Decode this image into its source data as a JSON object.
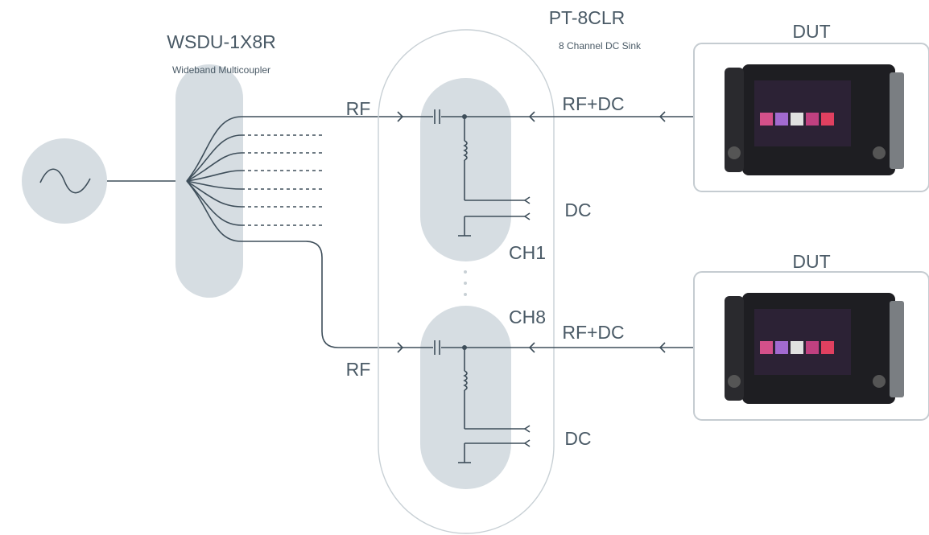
{
  "multicoupler": {
    "title": "WSDU-1X8R",
    "subtitle": "Wideband Multicoupler"
  },
  "sink": {
    "title": "PT-8CLR",
    "subtitle": "8 Channel DC Sink"
  },
  "labels": {
    "rf_top": "RF",
    "rf_bottom": "RF",
    "rfdc_top": "RF+DC",
    "rfdc_bottom": "RF+DC",
    "dc_top": "DC",
    "dc_bottom": "DC",
    "ch1": "CH1",
    "ch8": "CH8"
  },
  "devices": [
    {
      "label": "DUT"
    },
    {
      "label": "DUT"
    }
  ],
  "colors": {
    "line": "#3e4e5a",
    "blob": "#d6dde2",
    "outline": "#c8d0d5",
    "text": "#4a5a66"
  }
}
